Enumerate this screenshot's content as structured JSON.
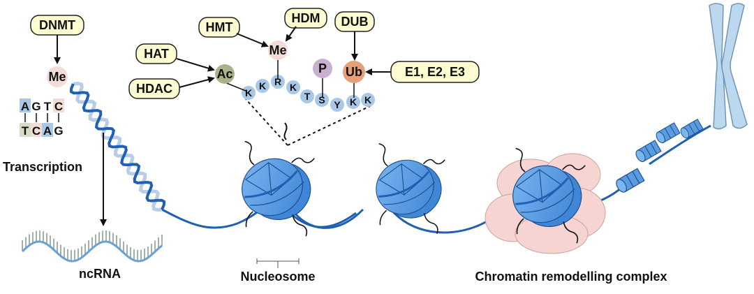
{
  "enzymes": {
    "dnmt": "DNMT",
    "hmt": "HMT",
    "hdm": "HDM",
    "dub": "DUB",
    "hat": "HAT",
    "hdac": "HDAC",
    "e123": "E1, E2, E3"
  },
  "marks": {
    "me_dna": "Me",
    "me_histone": "Me",
    "ac": "Ac",
    "p": "P",
    "ub": "Ub"
  },
  "histone_tail": [
    "K",
    "K",
    "R",
    "K",
    "T",
    "S",
    "Y",
    "K",
    "K"
  ],
  "dna": {
    "top": [
      "A",
      "G",
      "T",
      "C"
    ],
    "bottom": [
      "T",
      "C",
      "A",
      "G"
    ]
  },
  "labels": {
    "transcription": "Transcription",
    "ncrna": "ncRNA",
    "nucleosome": "Nucleosome",
    "remodelling": "Chromatin remodelling complex"
  },
  "colors": {
    "nucleosome": "#5b9be0",
    "linker_dna": "#1f5fb4",
    "bead": "#a9c8e8",
    "ac": "#a9b38a",
    "p": "#c9b0cf",
    "ub": "#e5a07a",
    "me": "#f3dcd8",
    "remodeller": "#f6d4d2",
    "chromosome": "#bcd8ee",
    "enzyme_box": "#fdfbd0"
  }
}
